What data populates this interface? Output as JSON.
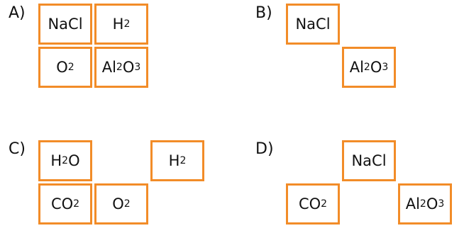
{
  "accent_color": "#F28C28",
  "options": [
    {
      "label": "A)",
      "cells": [
        {
          "row": 0,
          "col": 0,
          "parts": [
            {
              "t": "NaCl"
            }
          ]
        },
        {
          "row": 0,
          "col": 1,
          "parts": [
            {
              "t": "H"
            },
            {
              "t": "2",
              "sub": true
            }
          ]
        },
        {
          "row": 1,
          "col": 0,
          "parts": [
            {
              "t": "O"
            },
            {
              "t": "2",
              "sub": true
            }
          ]
        },
        {
          "row": 1,
          "col": 1,
          "parts": [
            {
              "t": "Al"
            },
            {
              "t": "2",
              "sub": true
            },
            {
              "t": "O"
            },
            {
              "t": "3",
              "sub": true
            }
          ]
        }
      ]
    },
    {
      "label": "B)",
      "cells": [
        {
          "row": 0,
          "col": 0,
          "parts": [
            {
              "t": "NaCl"
            }
          ]
        },
        {
          "row": 1,
          "col": 1,
          "parts": [
            {
              "t": "Al"
            },
            {
              "t": "2",
              "sub": true
            },
            {
              "t": "O"
            },
            {
              "t": "3",
              "sub": true
            }
          ]
        }
      ]
    },
    {
      "label": "C)",
      "cells": [
        {
          "row": 0,
          "col": 0,
          "parts": [
            {
              "t": "H"
            },
            {
              "t": "2",
              "sub": true
            },
            {
              "t": "O"
            }
          ]
        },
        {
          "row": 0,
          "col": 2,
          "parts": [
            {
              "t": "H"
            },
            {
              "t": "2",
              "sub": true
            }
          ]
        },
        {
          "row": 1,
          "col": 0,
          "parts": [
            {
              "t": "CO"
            },
            {
              "t": "2",
              "sub": true
            }
          ]
        },
        {
          "row": 1,
          "col": 1,
          "parts": [
            {
              "t": "O"
            },
            {
              "t": "2",
              "sub": true
            }
          ]
        }
      ]
    },
    {
      "label": "D)",
      "cells": [
        {
          "row": 0,
          "col": 1,
          "parts": [
            {
              "t": "NaCl"
            }
          ]
        },
        {
          "row": 1,
          "col": 0,
          "parts": [
            {
              "t": "CO"
            },
            {
              "t": "2",
              "sub": true
            }
          ]
        },
        {
          "row": 1,
          "col": 2,
          "parts": [
            {
              "t": "Al"
            },
            {
              "t": "2",
              "sub": true
            },
            {
              "t": "O"
            },
            {
              "t": "3",
              "sub": true
            }
          ]
        }
      ]
    }
  ]
}
